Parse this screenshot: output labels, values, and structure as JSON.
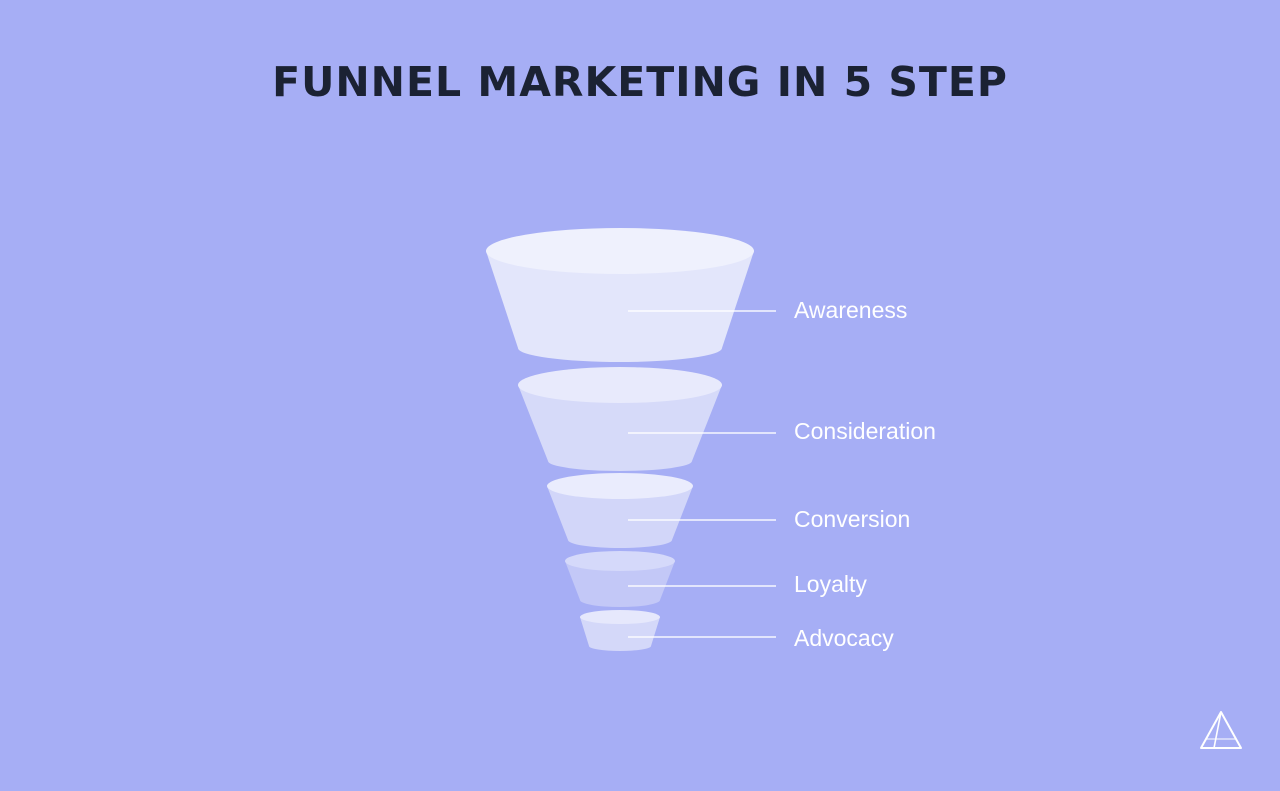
{
  "title": "FUNNEL MARKETING IN 5 STEP",
  "colors": {
    "background": "#a6aef5",
    "title": "#1b2233",
    "label": "#ffffff"
  },
  "stages": [
    {
      "label": "Awareness",
      "rank": 1
    },
    {
      "label": "Consideration",
      "rank": 2
    },
    {
      "label": "Conversion",
      "rank": 3
    },
    {
      "label": "Loyalty",
      "rank": 4
    },
    {
      "label": "Advocacy",
      "rank": 5
    }
  ],
  "logo": {
    "icon": "triangle-logo-icon"
  }
}
